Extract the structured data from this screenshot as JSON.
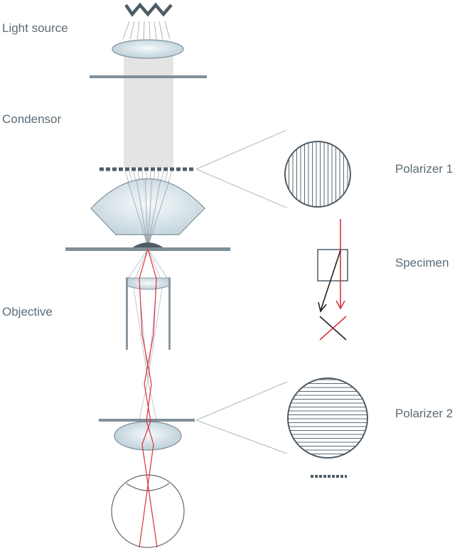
{
  "labels": {
    "light_source": "Light source",
    "condensor": "Condensor",
    "objective": "Objective",
    "polarizer1": "Polarizer 1",
    "specimen": "Specimen",
    "polarizer2": "Polarizer 2"
  },
  "colors": {
    "ray_red": "#d9303a",
    "metal": "#7f8f99",
    "glass": "#c9dbe3",
    "text": "#5b6b76"
  }
}
